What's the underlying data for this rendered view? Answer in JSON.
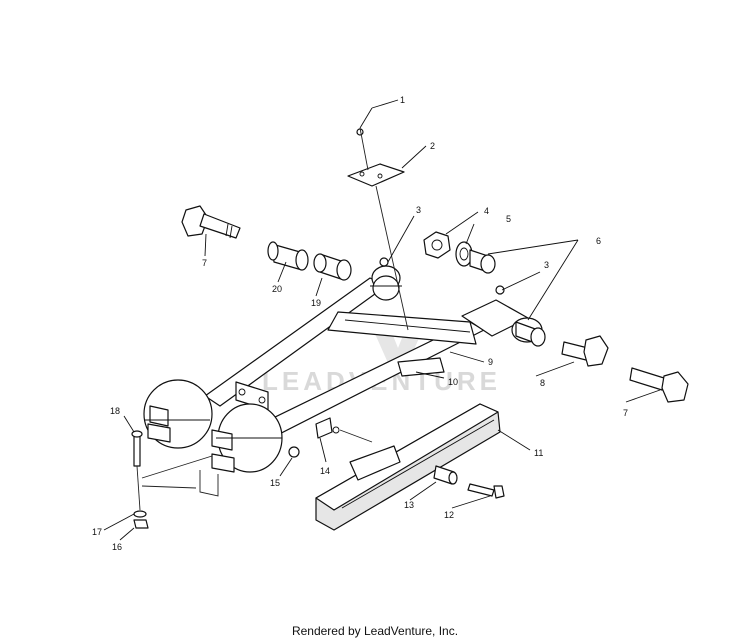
{
  "watermark": {
    "text": "LEADVENTURE"
  },
  "footer": {
    "text": "Rendered by LeadVenture, Inc."
  },
  "callouts": {
    "c1": "1",
    "c2": "2",
    "c3a": "3",
    "c3b": "3",
    "c4": "4",
    "c5": "5",
    "c6": "6",
    "c7a": "7",
    "c7b": "7",
    "c8": "8",
    "c9": "9",
    "c10": "10",
    "c11": "11",
    "c12": "12",
    "c13": "13",
    "c14": "14",
    "c15": "15",
    "c16": "16",
    "c17": "17",
    "c18": "18",
    "c19": "19",
    "c20": "20"
  }
}
